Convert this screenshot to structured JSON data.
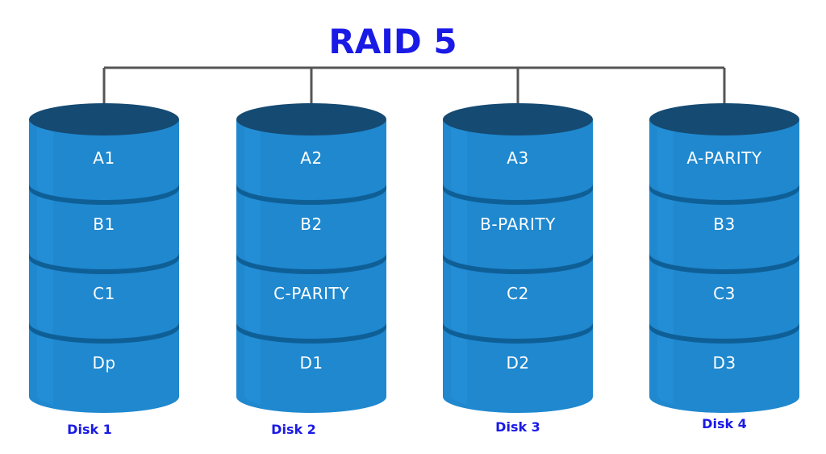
{
  "diagram": {
    "title": "RAID 5",
    "colors": {
      "title": "#1a1ae6",
      "disk_label": "#1a1ae6",
      "connector": "#555555",
      "segment_side": "#1f88cf",
      "segment_side_highlight": "#2a9ae0",
      "segment_rim": "#0f5f97",
      "top_cap": "#154a72",
      "segment_text": "#ffffff"
    },
    "disks": [
      {
        "label": "Disk 1",
        "segments": [
          "A1",
          "B1",
          "C1",
          "Dp"
        ]
      },
      {
        "label": "Disk 2",
        "segments": [
          "A2",
          "B2",
          "C-PARITY",
          "D1"
        ]
      },
      {
        "label": "Disk 3",
        "segments": [
          "A3",
          "B-PARITY",
          "C2",
          "D2"
        ]
      },
      {
        "label": "Disk 4",
        "segments": [
          "A-PARITY",
          "B3",
          "C3",
          "D3"
        ]
      }
    ]
  }
}
